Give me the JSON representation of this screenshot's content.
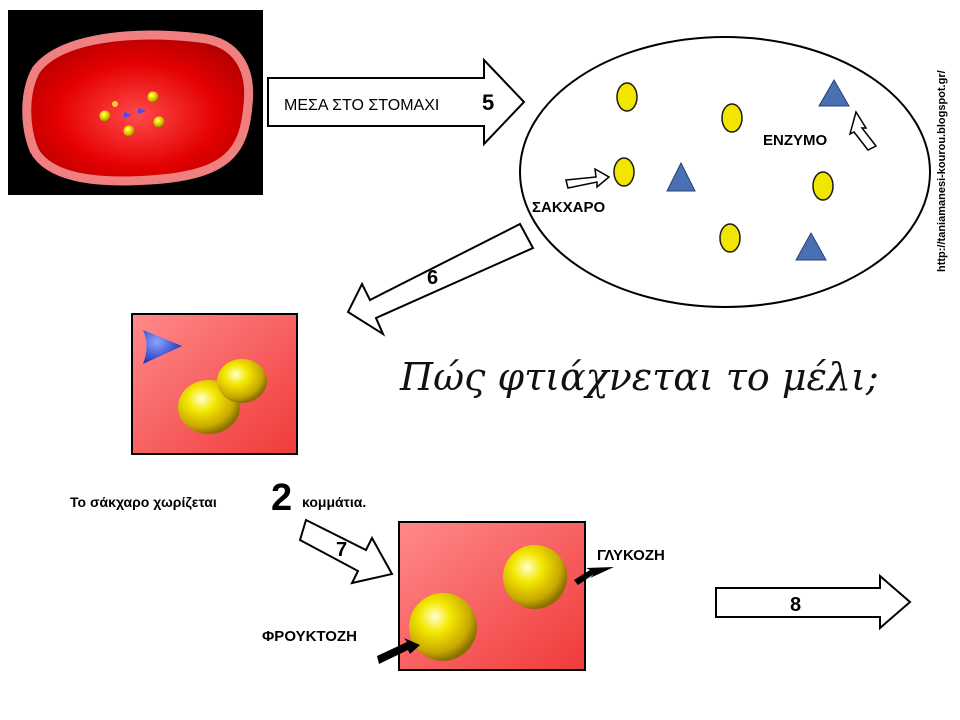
{
  "watermark": "http://taniamanesi-kourou.blogspot.gr/",
  "arrows": {
    "a5": {
      "label": "ΜΕΣΑ ΣΤΟ ΣΤΟΜΑΧΙ",
      "number": "5"
    },
    "a6": {
      "number": "6"
    },
    "a7": {
      "number": "7"
    },
    "a8": {
      "number": "8"
    }
  },
  "labels": {
    "enzyme": "ΕΝΖΥΜΟ",
    "sugar": "ΣΑΚΧΑΡΟ",
    "glucose": "ΓΛΥΚΟΖΗ",
    "fructose": "ΦΡΟΥΚΤΟΖΗ"
  },
  "title": "Πώς φτιάχνεται το μέλι;",
  "caption": {
    "before": "Το σάκχαρο χωρίζεται",
    "number": "2",
    "after": "κομμάτια."
  },
  "colors": {
    "ellipse_yellow": "#f2e600",
    "ellipse_blue": "#4a6fb3",
    "panel_red": "#ff5a5a",
    "stomach_red": "#e60000",
    "stomach_rim": "#f08080"
  }
}
